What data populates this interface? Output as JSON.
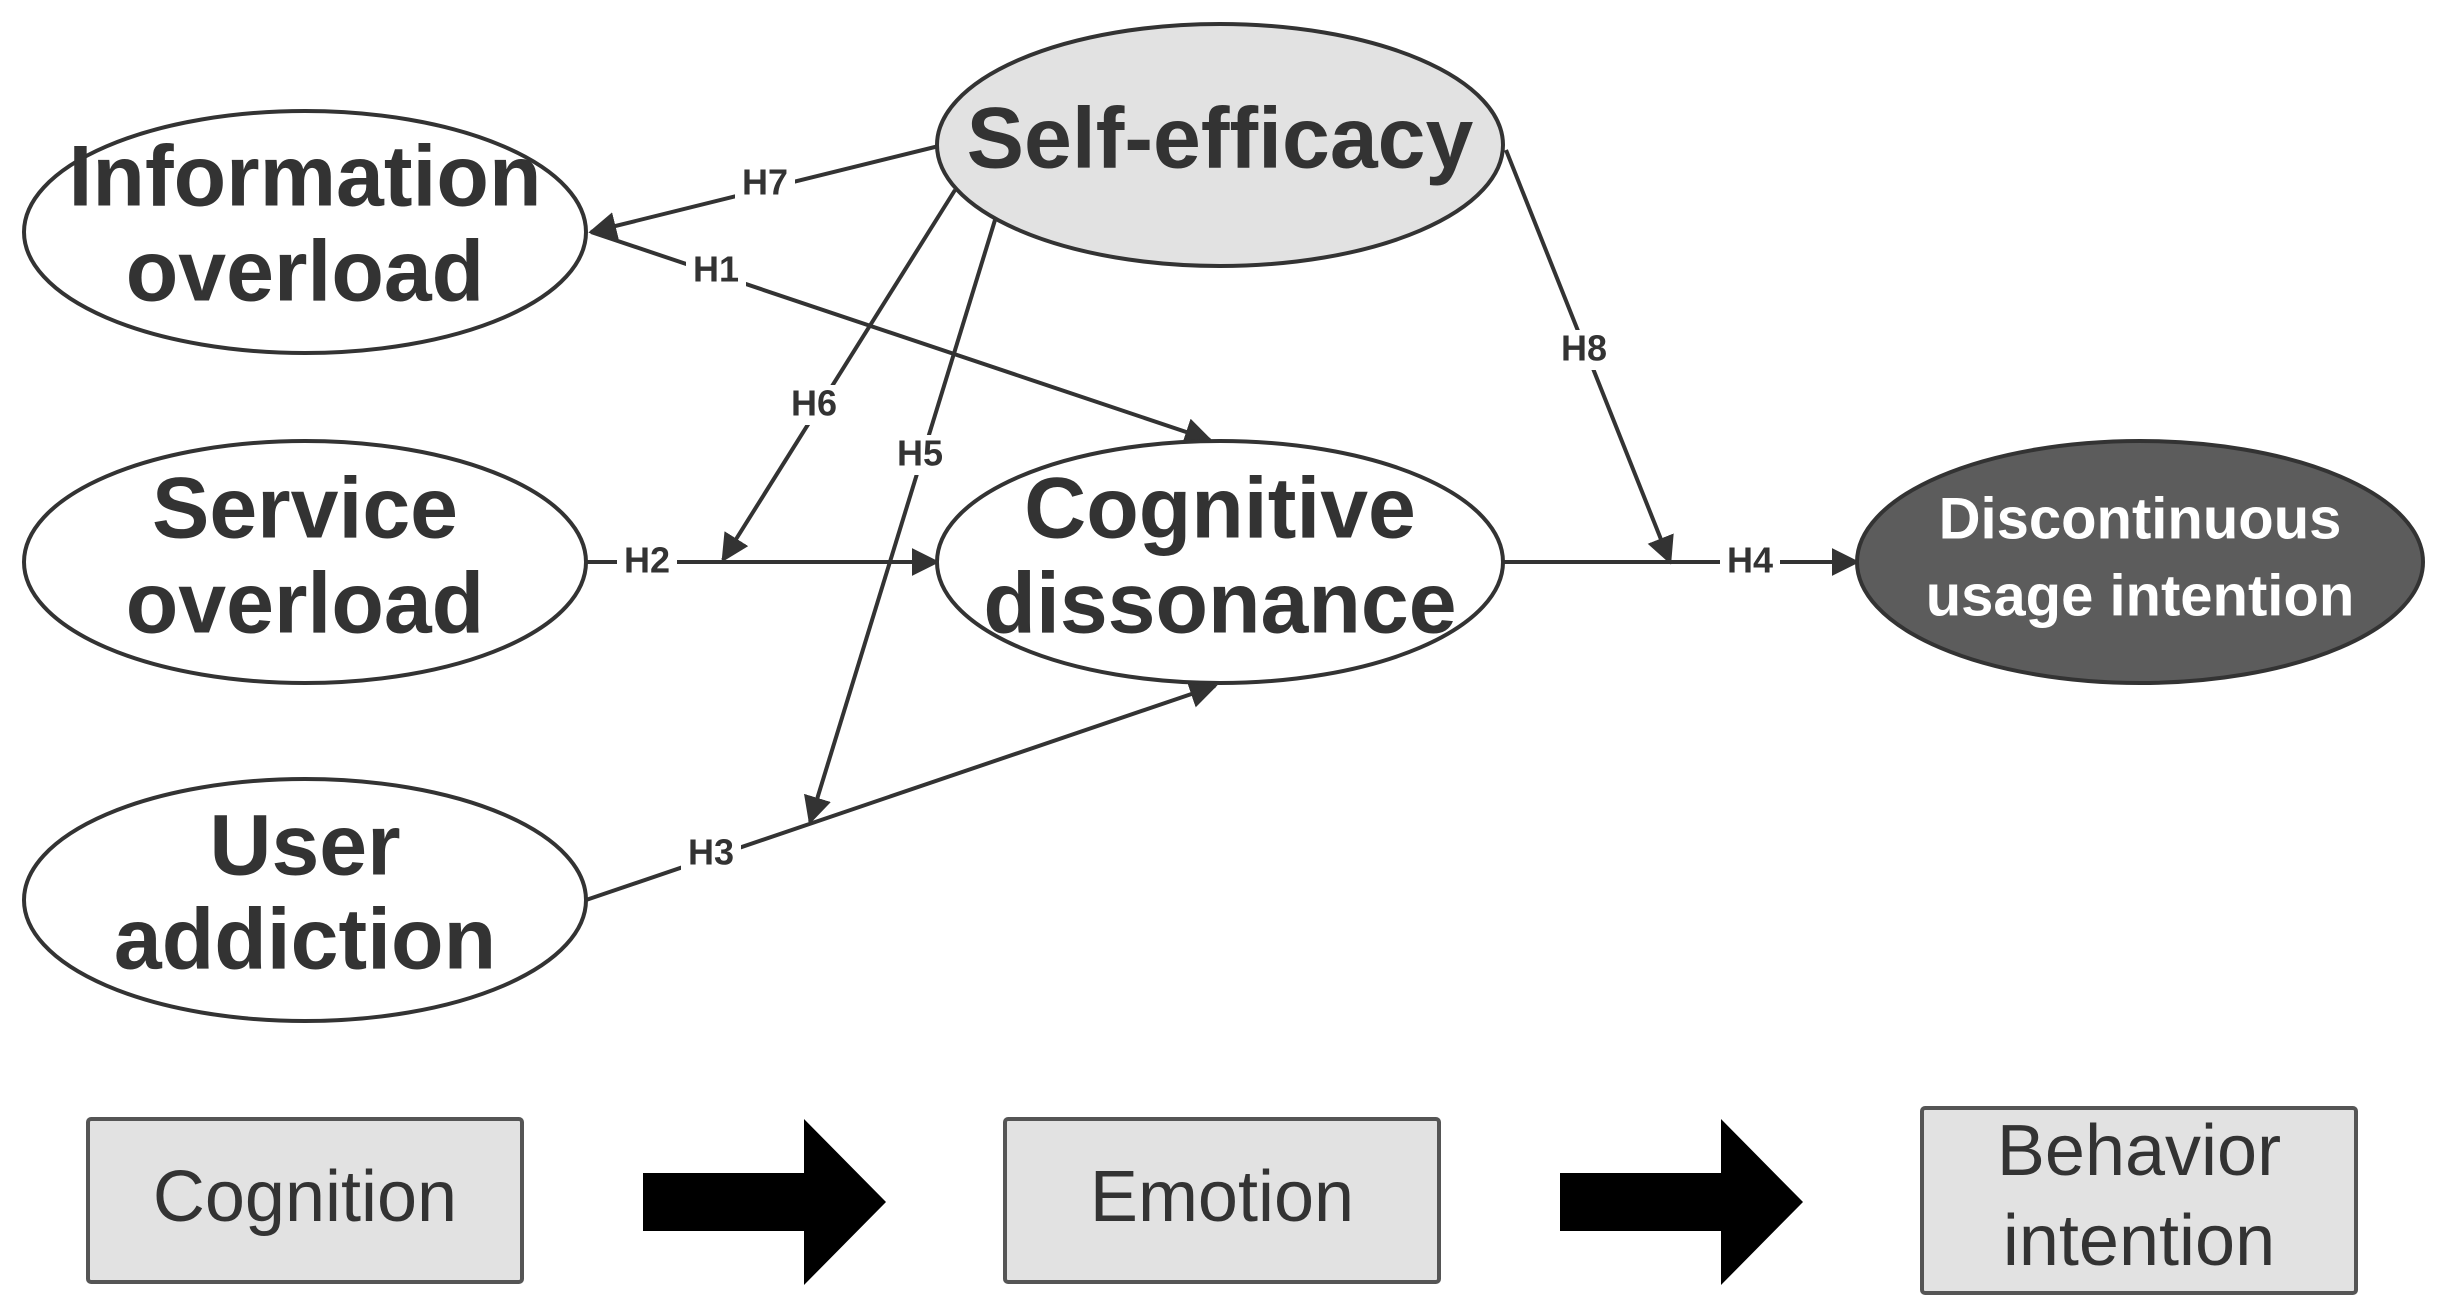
{
  "nodes": {
    "information_overload": [
      "Information",
      "overload"
    ],
    "service_overload": [
      "Service",
      "overload"
    ],
    "user_addiction": [
      "User",
      "addiction"
    ],
    "self_efficacy": [
      "Self-efficacy"
    ],
    "cognitive_dissonance": [
      "Cognitive",
      "dissonance"
    ],
    "discontinuous_usage_intention": [
      "Discontinuous",
      "usage intention"
    ]
  },
  "hypotheses": {
    "h1": "H1",
    "h2": "H2",
    "h3": "H3",
    "h4": "H4",
    "h5": "H5",
    "h6": "H6",
    "h7": "H7",
    "h8": "H8"
  },
  "stages": {
    "cognition": [
      "Cognition"
    ],
    "emotion": [
      "Emotion"
    ],
    "behavior_intention": [
      "Behavior",
      "intention"
    ]
  },
  "colors": {
    "stroke": "#333333",
    "self_efficacy_fill": "#e2e2e2",
    "outcome_fill": "#5c5c5c",
    "stage_fill": "#e2e2e2"
  }
}
